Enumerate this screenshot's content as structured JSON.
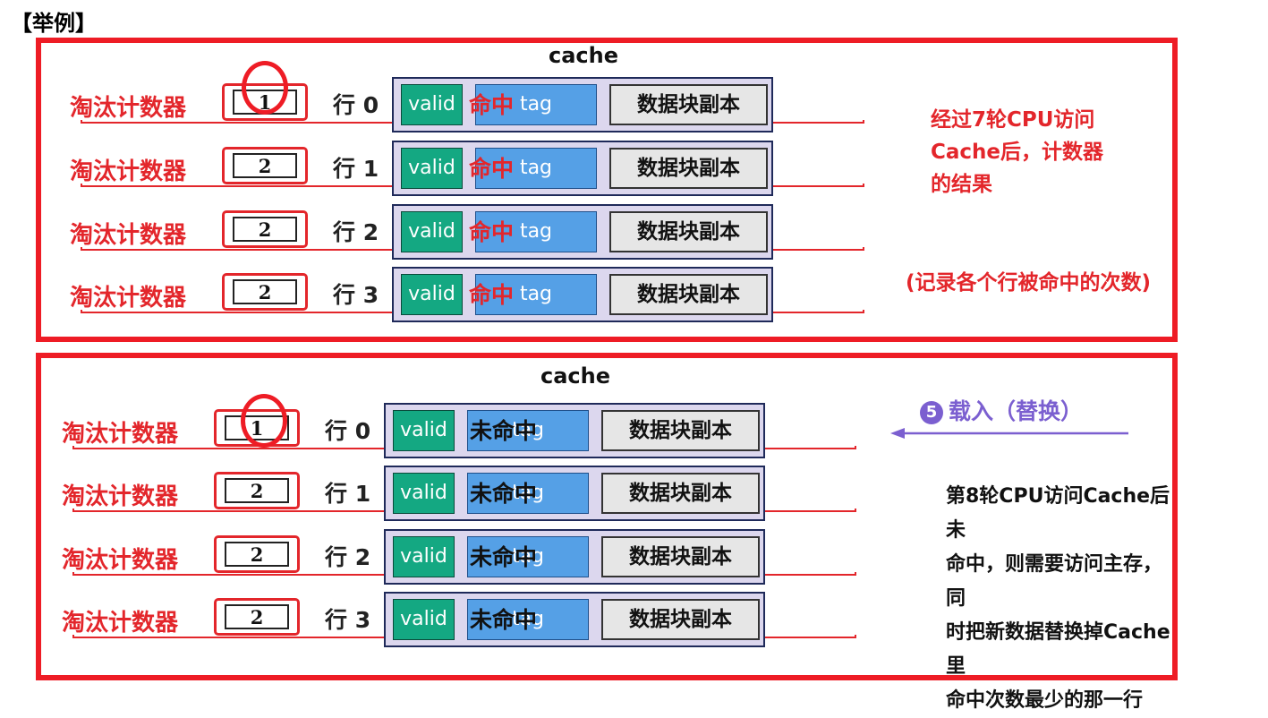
{
  "heading": "【举例】",
  "top_panel": {
    "cache_title": "cache",
    "rows": [
      {
        "counter_label": "淘汰计数器",
        "count": "1",
        "row_label": "行 0",
        "valid": "valid",
        "tag": "tag",
        "block": "数据块副本",
        "result": "命中"
      },
      {
        "counter_label": "淘汰计数器",
        "count": "2",
        "row_label": "行 1",
        "valid": "valid",
        "tag": "tag",
        "block": "数据块副本",
        "result": "命中"
      },
      {
        "counter_label": "淘汰计数器",
        "count": "2",
        "row_label": "行 2",
        "valid": "valid",
        "tag": "tag",
        "block": "数据块副本",
        "result": "命中"
      },
      {
        "counter_label": "淘汰计数器",
        "count": "2",
        "row_label": "行 3",
        "valid": "valid",
        "tag": "tag",
        "block": "数据块副本",
        "result": "命中"
      }
    ],
    "note_lines": [
      "经过7轮CPU访问",
      "Cache后，计数器",
      "的结果"
    ],
    "note_sub": "(记录各个行被命中的次数)"
  },
  "bottom_panel": {
    "cache_title": "cache",
    "rows": [
      {
        "counter_label": "淘汰计数器",
        "count": "1",
        "row_label": "行 0",
        "valid": "valid",
        "tag": "tag",
        "block": "数据块副本",
        "result": "未命中"
      },
      {
        "counter_label": "淘汰计数器",
        "count": "2",
        "row_label": "行 1",
        "valid": "valid",
        "tag": "tag",
        "block": "数据块副本",
        "result": "未命中"
      },
      {
        "counter_label": "淘汰计数器",
        "count": "2",
        "row_label": "行 2",
        "valid": "valid",
        "tag": "tag",
        "block": "数据块副本",
        "result": "未命中"
      },
      {
        "counter_label": "淘汰计数器",
        "count": "2",
        "row_label": "行 3",
        "valid": "valid",
        "tag": "tag",
        "block": "数据块副本",
        "result": "未命中"
      }
    ],
    "step_number": "5",
    "step_label": "载入（替换）",
    "note_lines": [
      "第8轮CPU访问Cache后未",
      "命中，则需要访问主存，同",
      "时把新数据替换掉Cache里",
      "命中次数最少的那一行"
    ]
  },
  "colors": {
    "red": "#ee1c25",
    "valid": "#14a882",
    "tag": "#55a0e6",
    "slot": "#dcd7ee",
    "step": "#7b5fd0"
  }
}
